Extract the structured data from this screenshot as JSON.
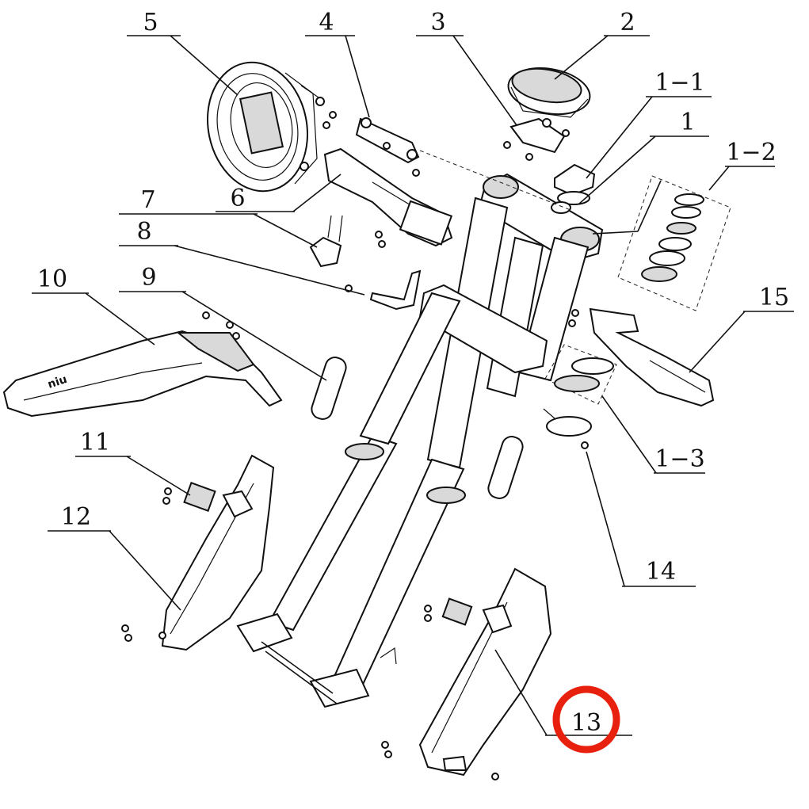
{
  "callouts": [
    {
      "id": "p5",
      "label": "5"
    },
    {
      "id": "p4",
      "label": "4"
    },
    {
      "id": "p3",
      "label": "3"
    },
    {
      "id": "p2",
      "label": "2"
    },
    {
      "id": "p1-1",
      "label": "1−1"
    },
    {
      "id": "p1",
      "label": "1"
    },
    {
      "id": "p1-2",
      "label": "1−2"
    },
    {
      "id": "p6",
      "label": "6"
    },
    {
      "id": "p7",
      "label": "7"
    },
    {
      "id": "p8",
      "label": "8"
    },
    {
      "id": "p9",
      "label": "9"
    },
    {
      "id": "p10",
      "label": "10"
    },
    {
      "id": "p15",
      "label": "15"
    },
    {
      "id": "p1-3",
      "label": "1−3"
    },
    {
      "id": "p11",
      "label": "11"
    },
    {
      "id": "p12",
      "label": "12"
    },
    {
      "id": "p14",
      "label": "14"
    },
    {
      "id": "p13",
      "label": "13"
    }
  ],
  "fender_brand": "niu",
  "highlight": {
    "target": "13",
    "color": "#e8210f"
  }
}
